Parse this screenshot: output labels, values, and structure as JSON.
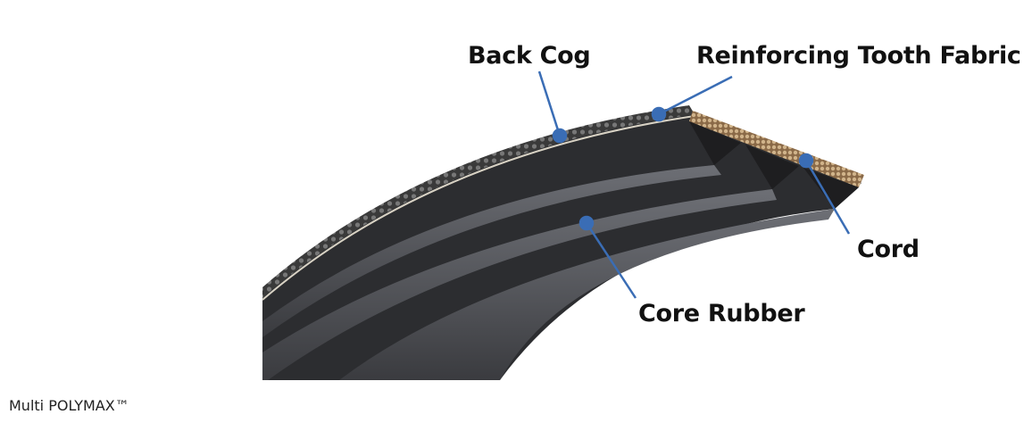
{
  "diagram": {
    "labels": {
      "back_cog": "Back Cog",
      "tooth_fabric": "Reinforcing Tooth Fabric",
      "cord": "Cord",
      "core_rubber": "Core Rubber"
    },
    "caption": "Multi POLYMAX™",
    "colors": {
      "leader": "#3a6db5",
      "belt": "#2f3033",
      "rib": "#5a5c62",
      "cord": "#b09070"
    }
  }
}
